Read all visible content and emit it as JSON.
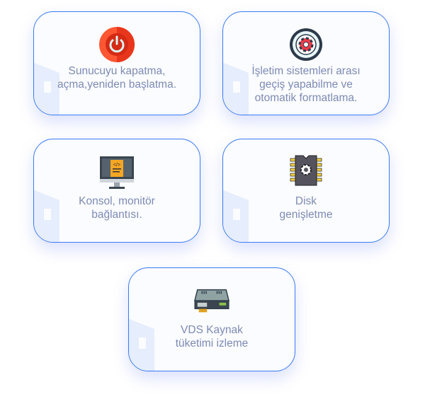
{
  "features": [
    {
      "line1": "Sunucuyu kapatma,",
      "line2": "açma,yeniden başlatma.",
      "line3": "",
      "icon": "power-icon"
    },
    {
      "line1": "İşletim sistemleri arası",
      "line2": "geçiş yapabilme ve",
      "line3": "otomatik formatlama.",
      "icon": "gear-icon"
    },
    {
      "line1": "Konsol, monitör",
      "line2": "bağlantısı.",
      "line3": "",
      "icon": "monitor-code-icon"
    },
    {
      "line1": "Disk",
      "line2": "genişletme",
      "line3": "",
      "icon": "chip-icon"
    },
    {
      "line1": "VDS Kaynak",
      "line2": "tüketimi izleme",
      "line3": "",
      "icon": "server-drive-icon"
    }
  ],
  "colors": {
    "border": "#3b7bf3",
    "text": "#7d8bb4",
    "power": "#f03c22"
  }
}
